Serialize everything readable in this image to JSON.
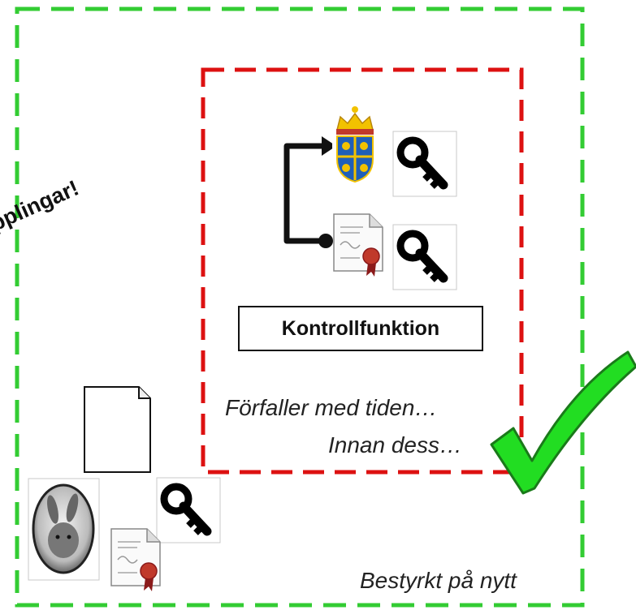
{
  "diagram": {
    "control_label": "Kontrollfunktion",
    "expires_text": "Förfaller med tiden…",
    "before_text": "Innan dess…",
    "reattested_text": "Bestyrkt på nytt",
    "cut_text": "pplingar!",
    "colors": {
      "outer_border": "#33cc33",
      "inner_border": "#dd1111",
      "checkmark": "#22dd22",
      "seal_red": "#c0392b",
      "crest_gold": "#f2c200",
      "crest_blue": "#1f5fb8"
    }
  }
}
